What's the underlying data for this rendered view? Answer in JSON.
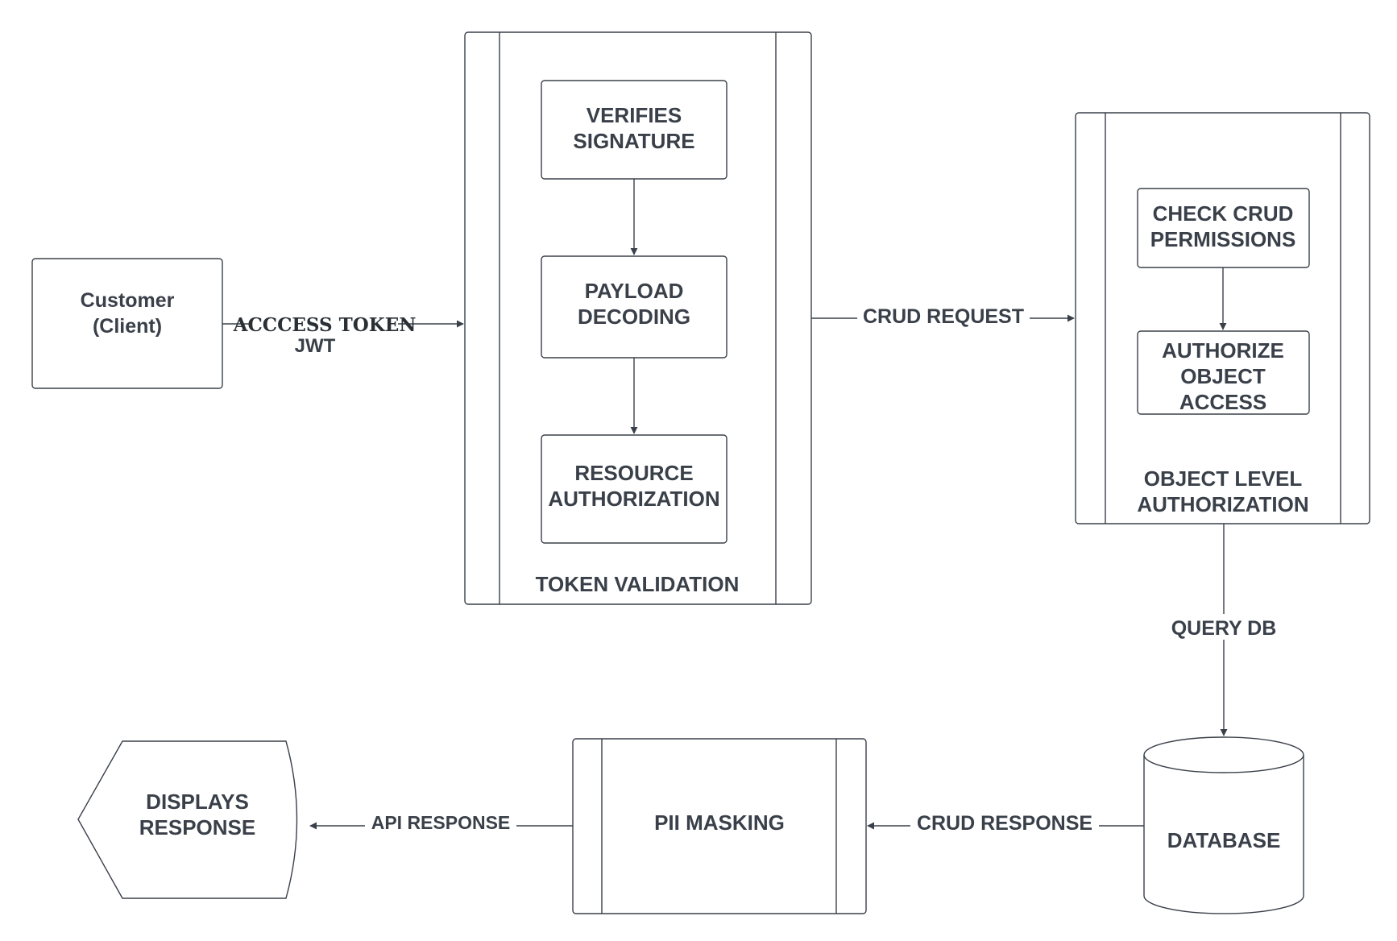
{
  "nodes": {
    "customer": [
      "Customer",
      "(Client)"
    ],
    "verifies_signature": [
      "VERIFIES",
      "SIGNATURE"
    ],
    "payload_decoding": [
      "PAYLOAD",
      "DECODING"
    ],
    "resource_authorization": [
      "RESOURCE",
      "AUTHORIZATION"
    ],
    "token_validation": "TOKEN VALIDATION",
    "check_crud": [
      "CHECK CRUD",
      "PERMISSIONS"
    ],
    "authorize_object": [
      "AUTHORIZE",
      "OBJECT",
      "ACCESS"
    ],
    "object_level": [
      "OBJECT LEVEL",
      "AUTHORIZATION"
    ],
    "database": "DATABASE",
    "pii_masking": "PII MASKING",
    "displays_response": [
      "DISPLAYS",
      "RESPONSE"
    ]
  },
  "edges": {
    "access_token": "ACCCESS TOKEN",
    "jwt": "JWT",
    "crud_request": "CRUD REQUEST",
    "query_db": "QUERY DB",
    "crud_response": "CRUD RESPONSE",
    "api_response": "API RESPONSE"
  },
  "colors": {
    "stroke": "#3a4049",
    "text": "#3a4049",
    "background": "#ffffff"
  }
}
